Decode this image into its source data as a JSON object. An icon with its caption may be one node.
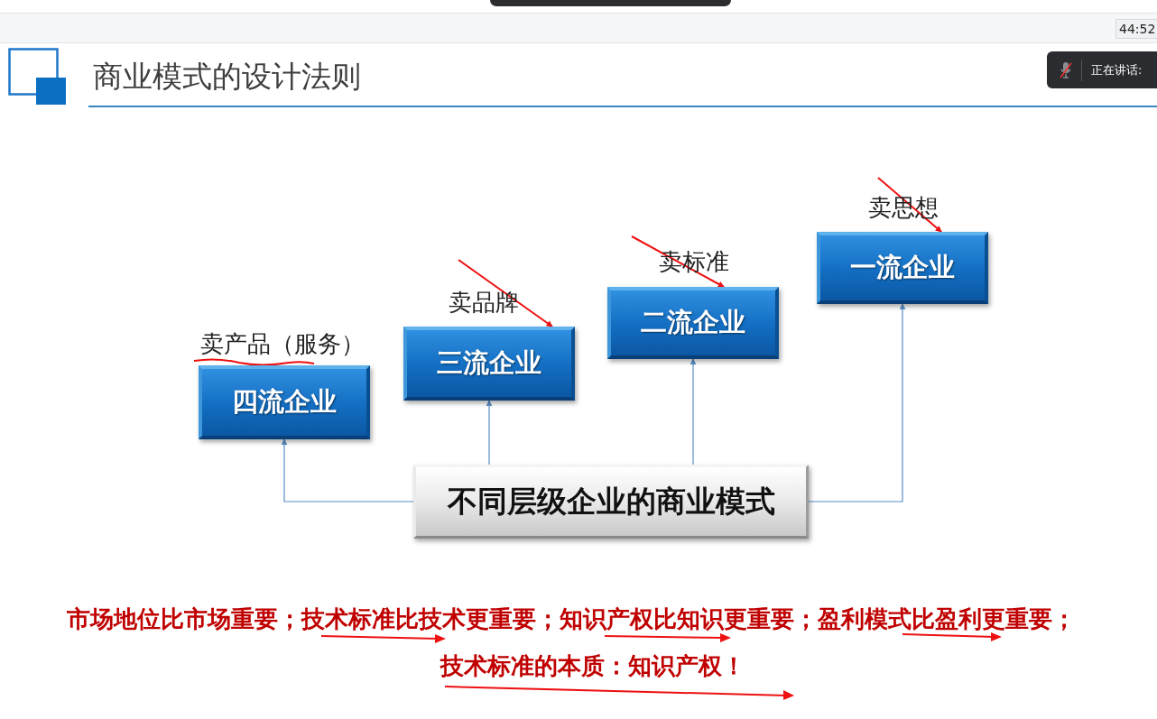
{
  "diagram": {
    "title": "商业模式的设计法则",
    "nodes": [
      {
        "text": [
          "四流企业"
        ],
        "beside": [
          "卖产品（服务）"
        ]
      },
      {
        "text": [
          "三流企业"
        ],
        "beside": [
          "卖品牌"
        ]
      },
      {
        "text": [
          "二流企业"
        ],
        "beside": [
          "卖标准"
        ]
      },
      {
        "text": [
          "一流企业"
        ],
        "beside": [
          "卖思想"
        ]
      },
      {
        "text": [
          "不同层级企业的商业模式"
        ]
      }
    ],
    "edges": [
      {
        "from": 4,
        "to": 0,
        "arrow": "to"
      },
      {
        "from": 4,
        "to": 1,
        "arrow": "to"
      },
      {
        "from": 4,
        "to": 2,
        "arrow": "to"
      },
      {
        "from": 4,
        "to": 3,
        "arrow": "to"
      },
      {
        "from": null,
        "to": 1,
        "arrow": "to",
        "color": "#ee1111"
      },
      {
        "from": null,
        "to": 2,
        "arrow": "to",
        "color": "#ee1111"
      },
      {
        "from": null,
        "to": 3,
        "arrow": "to",
        "color": "#ee1111"
      }
    ],
    "labels": [
      "44:52",
      "正在讲话:",
      "市场地位比市场重要；技术标准比技术更重要；知识产权比知识更重要；盈利模式比盈利更重要；",
      "技术标准的本质：知识产权！"
    ]
  }
}
